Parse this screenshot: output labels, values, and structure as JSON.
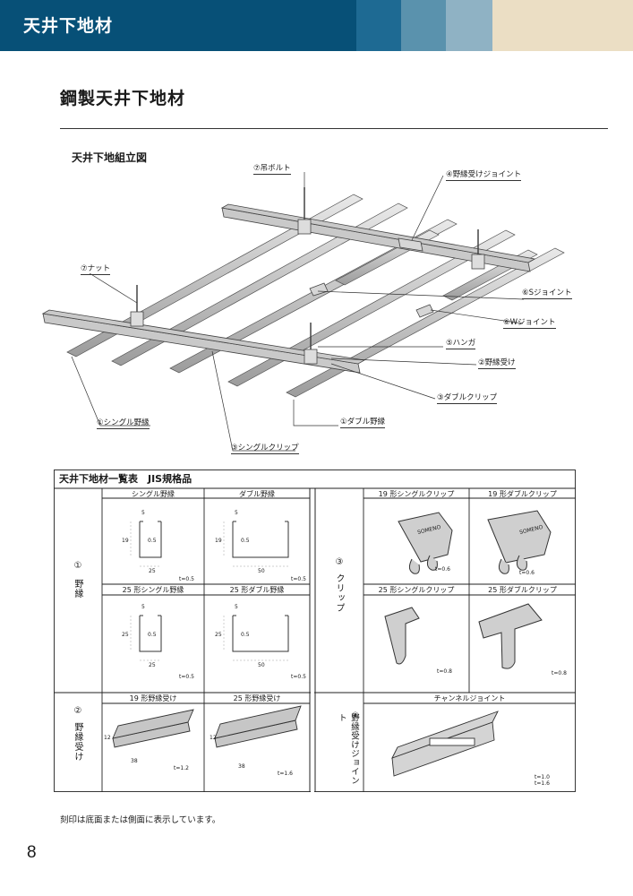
{
  "header": {
    "title": "天井下地材"
  },
  "page": {
    "title": "鋼製天井下地材",
    "number": "8"
  },
  "assembly": {
    "title": "天井下地組立図",
    "labels": {
      "hanging_bolt": "⑦吊ボルト",
      "runner_joint": "④野縁受けジョイント",
      "nut": "⑦ナット",
      "s_joint": "⑥Sジョイント",
      "w_joint": "⑥Wジョイント",
      "hanger": "⑤ハンガ",
      "runner": "②野縁受け",
      "double_clip": "③ダブルクリップ",
      "double_bar": "①ダブル野縁",
      "single_bar": "①シングル野縁",
      "single_clip": "③シングルクリップ"
    }
  },
  "table": {
    "title": "天井下地材一覧表　JIS規格品",
    "sections": {
      "bar": {
        "num": "①",
        "name": "野縁"
      },
      "clip": {
        "num": "③",
        "name": "クリップ"
      },
      "runner": {
        "num": "②",
        "name": "野縁受け"
      },
      "joint": {
        "num": "④",
        "name": "野縁受けジョイント"
      }
    },
    "bars": {
      "single19": {
        "label": "シングル野縁",
        "t": "t=0.5"
      },
      "double19": {
        "label": "ダブル野縁",
        "t": "t=0.5"
      },
      "single25": {
        "label": "25 形シングル野縁",
        "t": "t=0.5"
      },
      "double25": {
        "label": "25 形ダブル野縁",
        "t": "t=0.5"
      }
    },
    "clips": {
      "single19": {
        "label": "19 形シングルクリップ",
        "t": "t=0.6"
      },
      "double19": {
        "label": "19 形ダブルクリップ",
        "t": "t=0.6"
      },
      "single25": {
        "label": "25 形シングルクリップ",
        "t": "t=0.8"
      },
      "double25": {
        "label": "25 形ダブルクリップ",
        "t": "t=0.8"
      },
      "brand": "SOMENO"
    },
    "runners": {
      "r19": {
        "label": "19 形野縁受け",
        "height": "12",
        "width": "38",
        "t": "t=1.2"
      },
      "r25": {
        "label": "25 形野縁受け",
        "height": "12",
        "width": "38",
        "t": "t=1.6"
      }
    },
    "channel_joint": {
      "label": "チャンネルジョイント",
      "t1": "t=1.0",
      "t2": "t=1.6"
    },
    "bar_dims": {
      "s19_h": "19",
      "s19_w": "25",
      "d19_h": "19",
      "d19_w": "50",
      "s25_h": "25",
      "s25_w": "25",
      "d25_h": "25",
      "d25_w": "50",
      "flange": "5",
      "t05": "0.5"
    }
  },
  "footnote": "刻印は底面または側面に表示しています。",
  "colors": {
    "header": "#075077",
    "accent1": "#1e6a93",
    "accent2": "#5a92ad",
    "accent3": "#8fb2c4",
    "accent4": "#ebdec4"
  }
}
